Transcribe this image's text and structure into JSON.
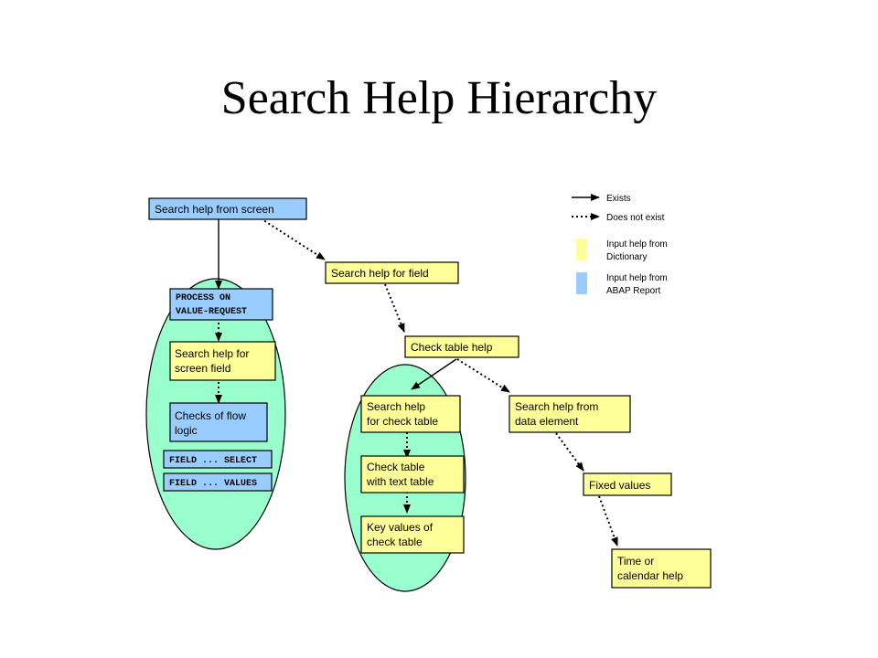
{
  "slide": {
    "title": "Search Help Hierarchy"
  },
  "legend": {
    "exists": "Exists",
    "not_exists": "Does not exist",
    "dictionary_line1": "Input help from",
    "dictionary_line2": "Dictionary",
    "report_line1": "Input help from",
    "report_line2": "ABAP Report"
  },
  "nodes": {
    "screen": "Search help from screen",
    "field": "Search help for field",
    "process_line1": "PROCESS ON",
    "process_line2": "VALUE-REQUEST",
    "screen_field_line1": "Search help for",
    "screen_field_line2": "screen field",
    "flow_line1": "Checks of flow",
    "flow_line2": "logic",
    "field_select": "FIELD ... SELECT",
    "field_values": "FIELD ... VALUES",
    "check_table_help": "Check table help",
    "for_check_table_line1": "Search help",
    "for_check_table_line2": "for check table",
    "text_table_line1": "Check table",
    "text_table_line2": "with text table",
    "key_values_line1": "Key values of",
    "key_values_line2": "check table",
    "data_element_line1": "Search help from",
    "data_element_line2": "data element",
    "fixed_values": "Fixed values",
    "time_line1": "Time or",
    "time_line2": "calendar help"
  },
  "colors": {
    "dictionary": "#ffff99",
    "abap_report": "#99ccff",
    "ellipse": "#99ffcc"
  }
}
